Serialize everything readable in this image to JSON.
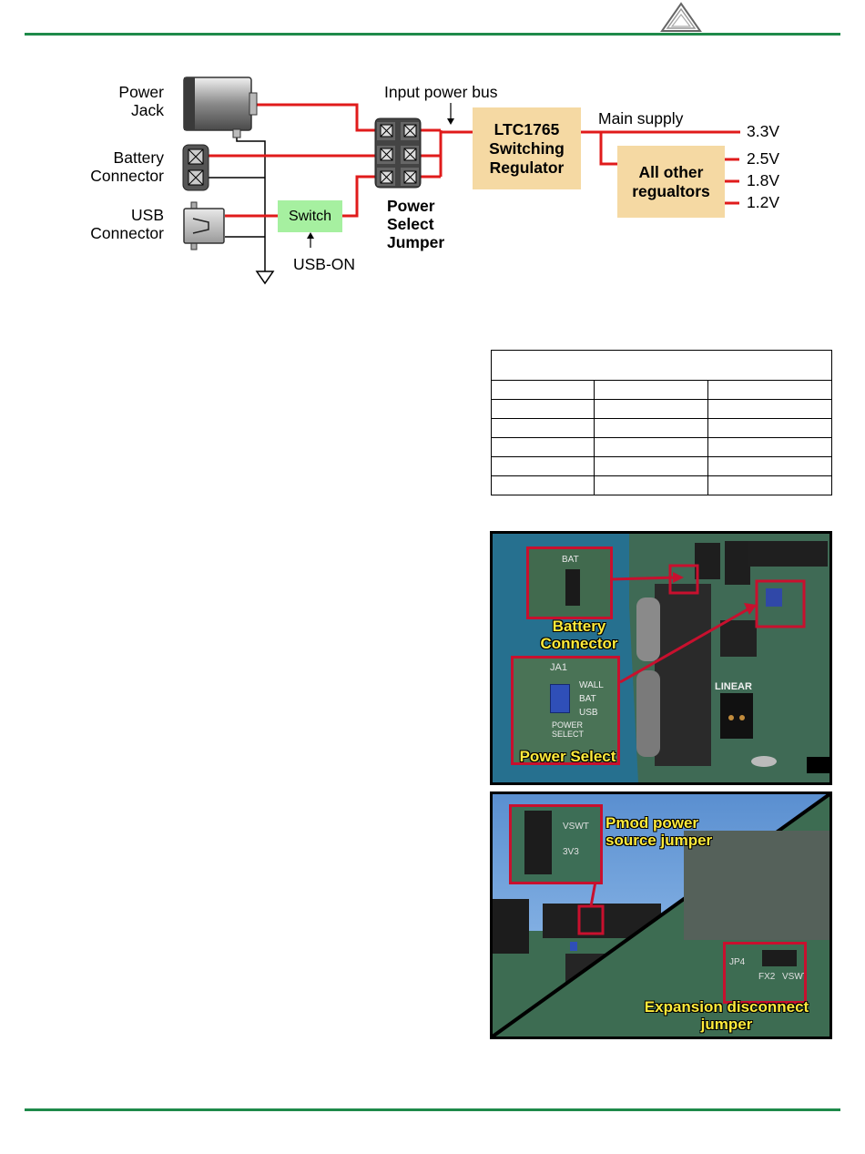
{
  "diagram": {
    "left_labels": {
      "power_jack": "Power\nJack",
      "battery_connector": "Battery\nConnector",
      "usb_connector": "USB\nConnector"
    },
    "switch_label": "Switch",
    "usb_on_label": "USB-ON",
    "input_bus_label": "Input power bus",
    "jumper_label": "Power\nSelect\nJumper",
    "regulator_label": "LTC1765\nSwitching\nRegulator",
    "main_supply_label": "Main supply",
    "other_regulators_label": "All other\nregualtors",
    "outputs": [
      "3.3V",
      "2.5V",
      "1.8V",
      "1.2V"
    ]
  },
  "photo1": {
    "battery_label": "Battery\nConnector",
    "power_select_label": "Power Select",
    "jumper_labels": [
      "WALL",
      "BAT",
      "USB"
    ],
    "power_select_silk": "POWER\nSELECT",
    "bat_silk": "BAT",
    "ja1_silk": "JA1",
    "brand_silk": "LINEAR"
  },
  "photo2": {
    "pmod_label": "Pmod power\nsource jumper",
    "expansion_label": "Expansion disconnect\njumper",
    "jp4_silk": "JP4",
    "pmod_silk": [
      "VSWT",
      "3V3"
    ],
    "fx2_silk": [
      "FX2",
      "VSWT"
    ]
  },
  "colors": {
    "accent": "#1e8a4a",
    "wire": "#e01b1b",
    "regulator_fill": "#f5d9a3",
    "switch_fill": "#a6f0a0"
  }
}
